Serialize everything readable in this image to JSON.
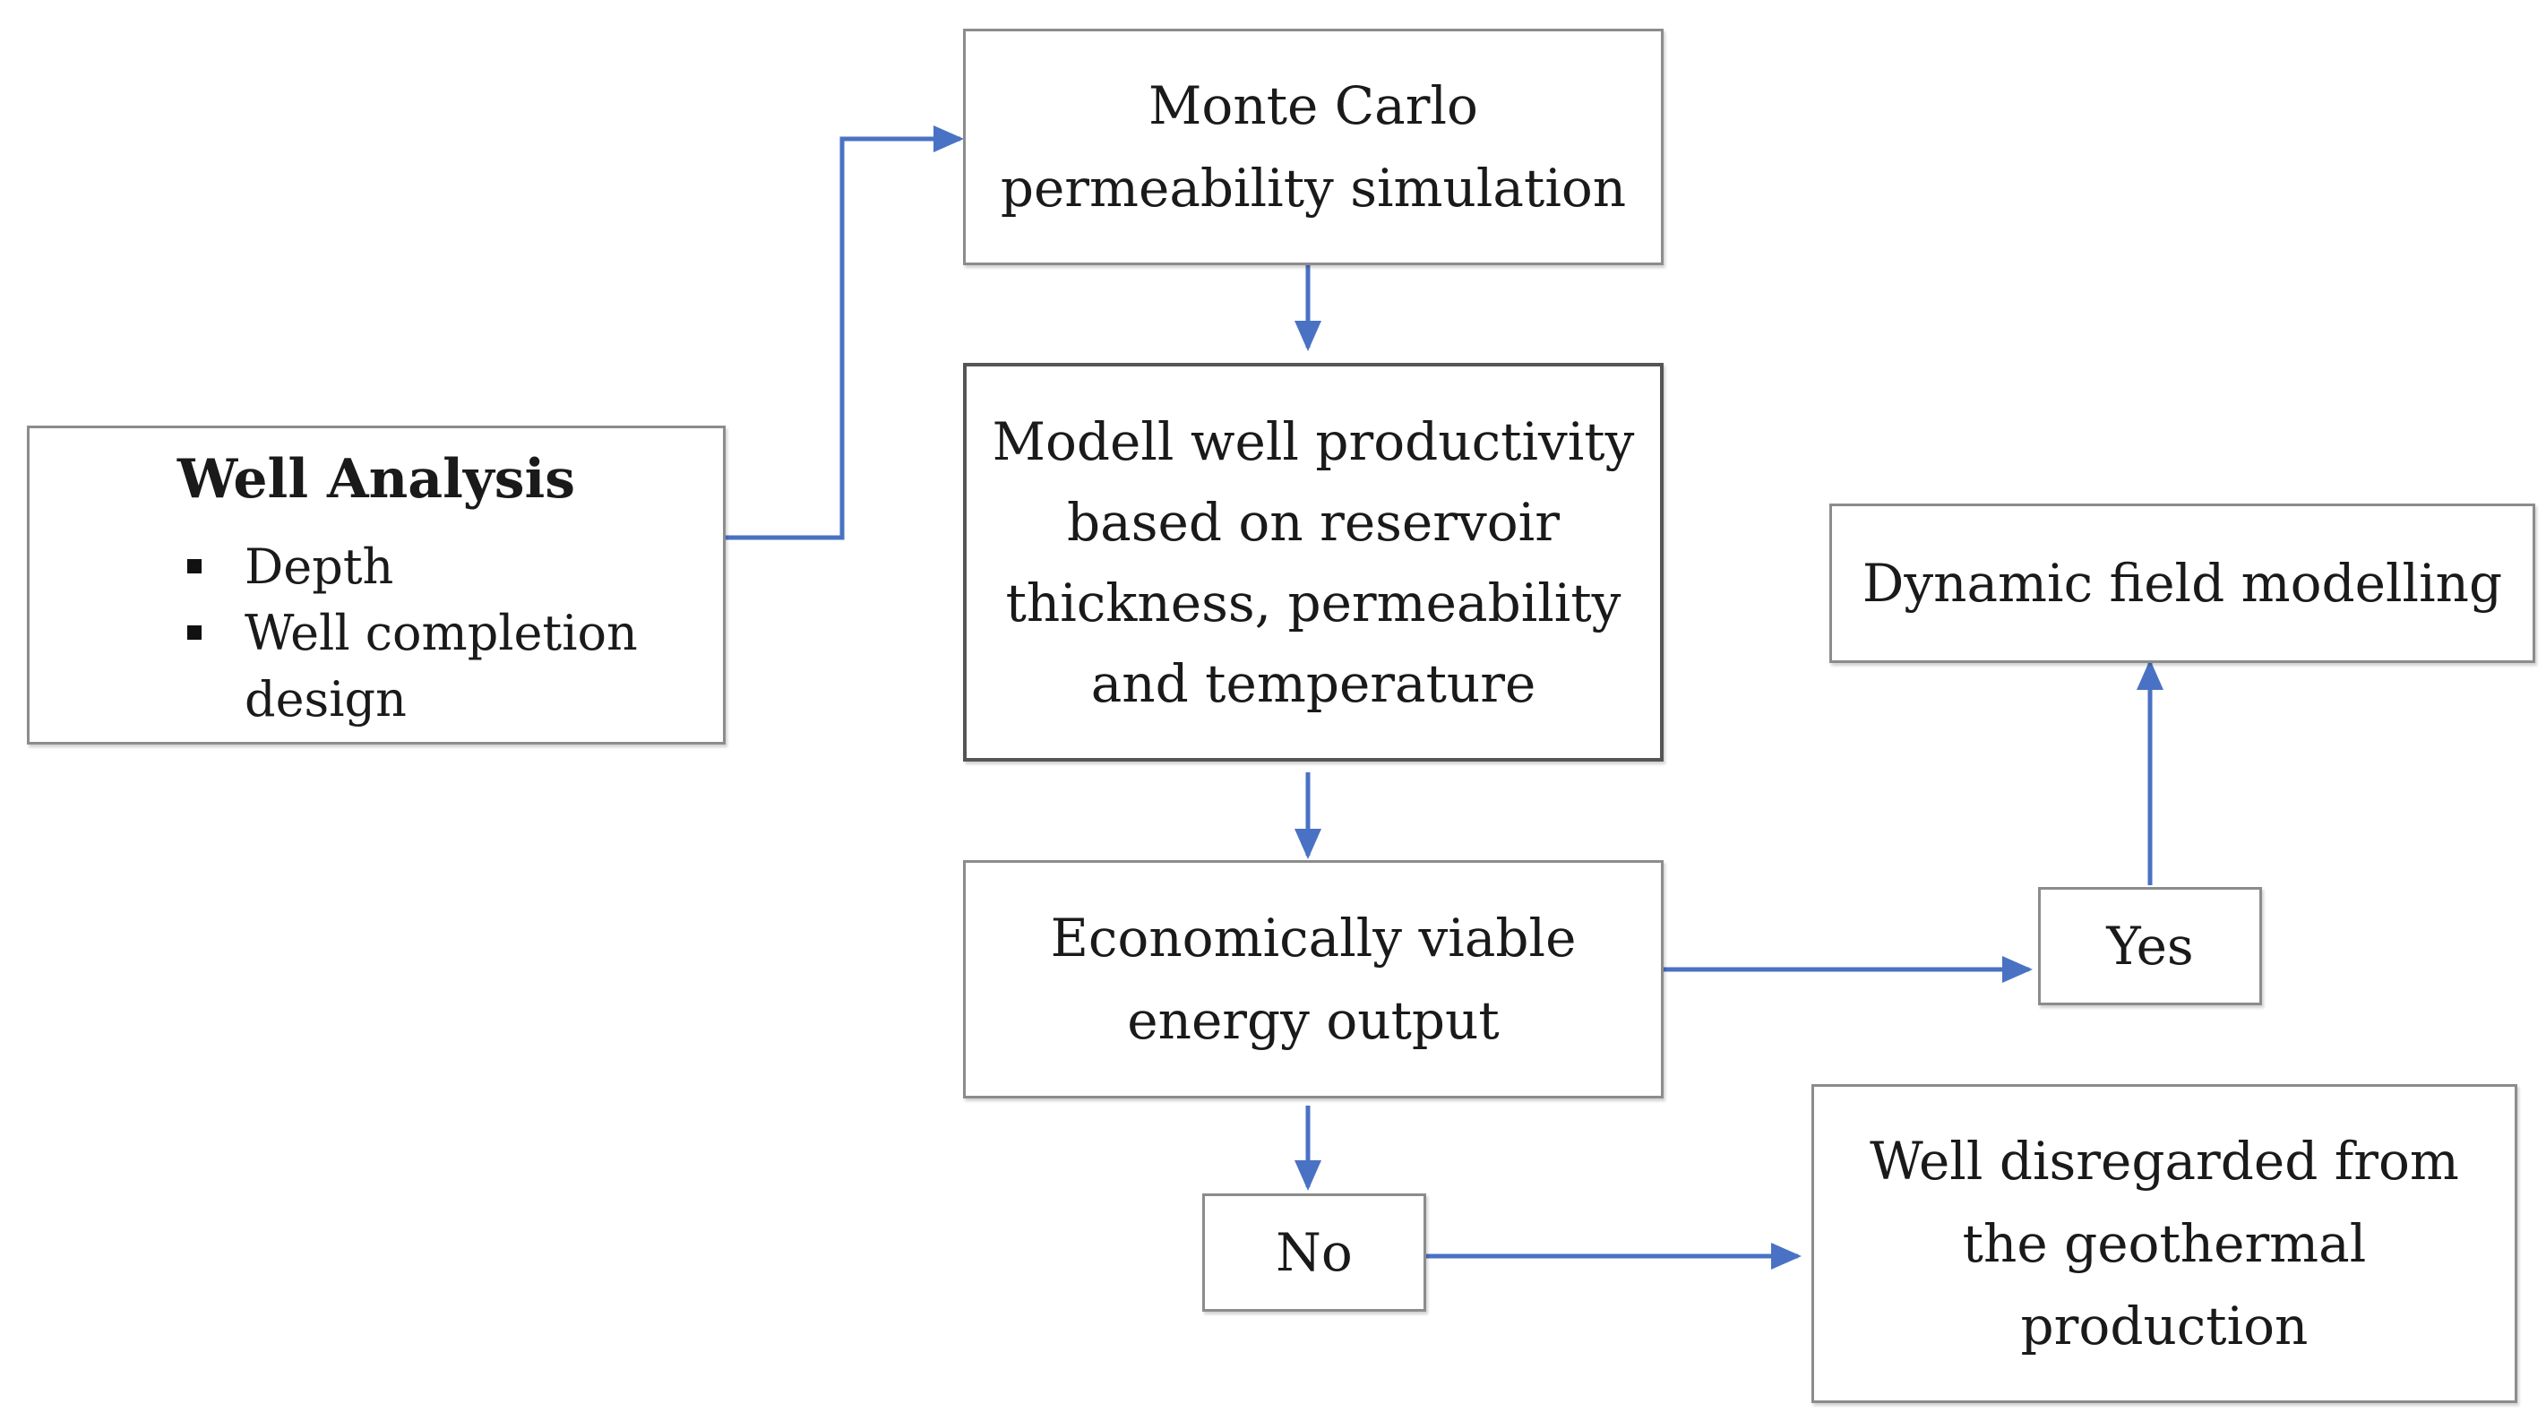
{
  "nodes": {
    "well_analysis": {
      "title": "Well Analysis",
      "bullets": [
        "Depth",
        "Well completion design"
      ]
    },
    "monte_carlo": {
      "text": "Monte Carlo\npermeability simulation"
    },
    "model_productivity": {
      "text": "Modell well productivity\nbased on reservoir\nthickness, permeability\nand temperature"
    },
    "economically_viable": {
      "text": "Economically viable\nenergy output"
    },
    "yes": {
      "text": "Yes"
    },
    "no": {
      "text": "No"
    },
    "dynamic_field": {
      "text": "Dynamic field modelling"
    },
    "well_disregarded": {
      "text": "Well disregarded from\nthe geothermal\nproduction"
    }
  },
  "colors": {
    "arrow": "#4a72c4",
    "box_border": "#8c8c8c",
    "box_border_emphasis": "#555555"
  }
}
